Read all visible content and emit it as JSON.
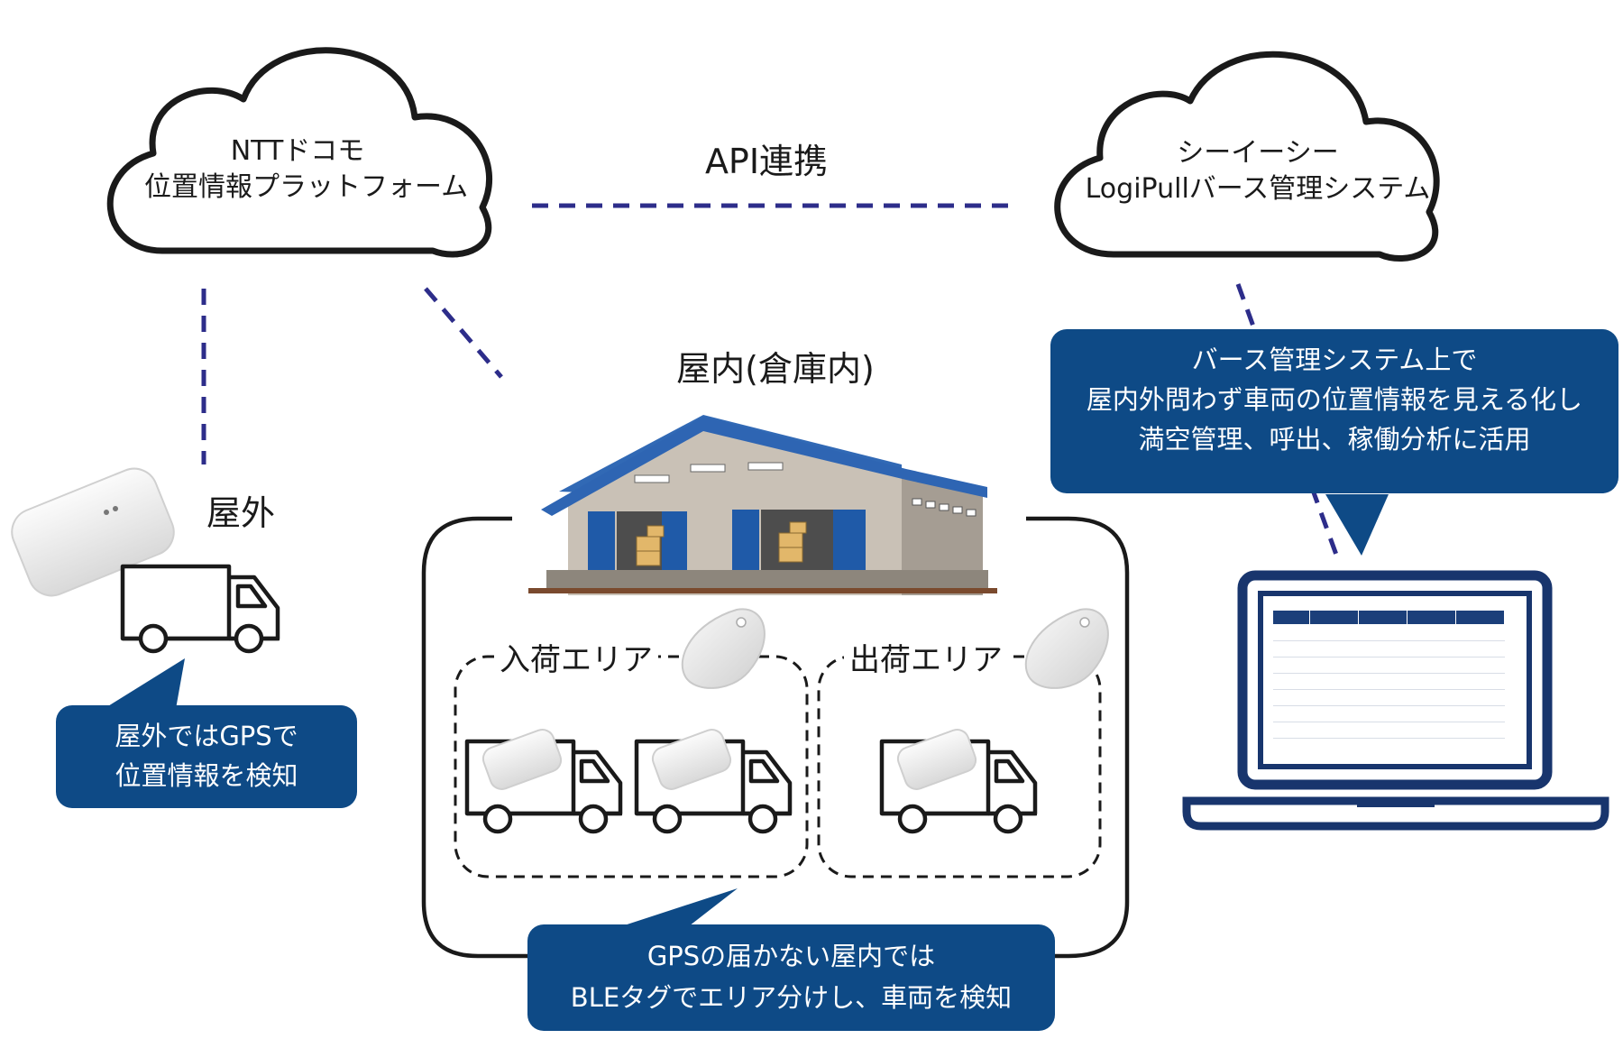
{
  "cloud_left": {
    "line1": "NTTドコモ",
    "line2": "位置情報プラットフォーム"
  },
  "cloud_right": {
    "line1": "シーイーシー",
    "line2": "LogiPullバース管理システム"
  },
  "api_label": "API連携",
  "indoor_title": "屋内(倉庫内)",
  "outdoor_title": "屋外",
  "bubble_top_right": [
    "バース管理システム上で",
    "屋内外問わず車両の位置情報を見える化し",
    "満空管理、呼出、稼働分析に活用"
  ],
  "bubble_outdoor": [
    "屋外ではGPSで",
    "位置情報を検知"
  ],
  "bubble_indoor": [
    "GPSの届かない屋内では",
    "BLEタグでエリア分けし、車両を検知"
  ],
  "area_in": "入荷エリア",
  "area_out": "出荷エリア",
  "colors": {
    "accent": "#0e4a86",
    "dash": "#2d2d8a",
    "outline": "#222222"
  }
}
